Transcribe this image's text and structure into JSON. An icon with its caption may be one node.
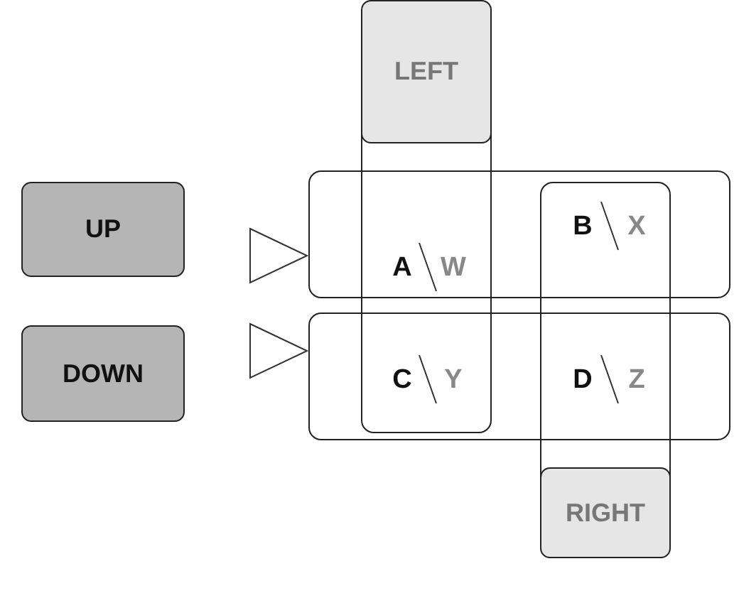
{
  "diagram": {
    "nodes": [
      {
        "text": [
          "UP"
        ]
      },
      {
        "text": [
          "DOWN"
        ]
      },
      {
        "text": [
          "LEFT"
        ],
        "in": 6
      },
      {
        "text": [
          "RIGHT"
        ],
        "in": 7
      },
      {
        "text": [],
        "shape": "box"
      },
      {
        "text": [],
        "shape": "box"
      },
      {
        "text": [],
        "shape": "box"
      },
      {
        "text": [],
        "shape": "box"
      }
    ],
    "edges": [
      {
        "from": 0,
        "to": 4,
        "arrow": "to"
      },
      {
        "from": 1,
        "to": 5,
        "arrow": "to"
      }
    ],
    "labels": [
      "A",
      "W",
      "B",
      "X",
      "C",
      "Y",
      "D",
      "Z"
    ]
  }
}
